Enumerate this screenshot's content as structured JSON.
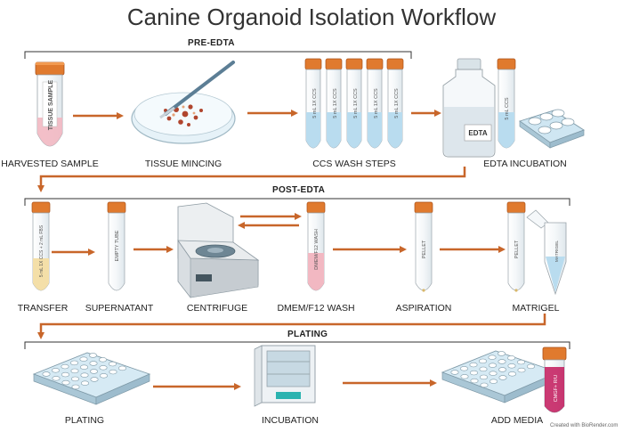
{
  "title": "Canine Organoid Isolation Workflow",
  "sections": {
    "pre_edta": "PRE-EDTA",
    "post_edta": "POST-EDTA",
    "plating": "PLATING"
  },
  "steps": {
    "harvested": "HARVESTED SAMPLE",
    "mincing": "TISSUE MINCING",
    "ccs_wash": "CCS WASH STEPS",
    "edta_incubation": "EDTA INCUBATION",
    "transfer": "TRANSFER",
    "supernatant": "SUPERNATANT",
    "centrifuge": "CENTRIFUGE",
    "dmem_wash": "DMEM/F12 WASH",
    "aspiration": "ASPIRATION",
    "matrigel": "MATRIGEL",
    "plating": "PLATING",
    "incubation": "INCUBATION",
    "add_media": "ADD MEDIA"
  },
  "tube_labels": {
    "tissue_sample": "TISSUE SAMPLE",
    "ccs": "5 mL 1X CCS",
    "edta_bottle": "EDTA",
    "edta_tube": "5 mL CCS",
    "transfer": "5 mL 1X CCS + 2 mL FBS",
    "empty": "EMPTY TUBE",
    "dmem": "DMEM/F12 WASH",
    "pellet": "PELLET",
    "matrigel": "MATRIGEL",
    "media": "CMGF+ R/U"
  },
  "credit": "Created with BioRender.com",
  "colors": {
    "arrow": "#c8662a",
    "cap": "#e07a2e",
    "tube_fill": "#b9dcef",
    "plate": "#cfe6f2"
  }
}
